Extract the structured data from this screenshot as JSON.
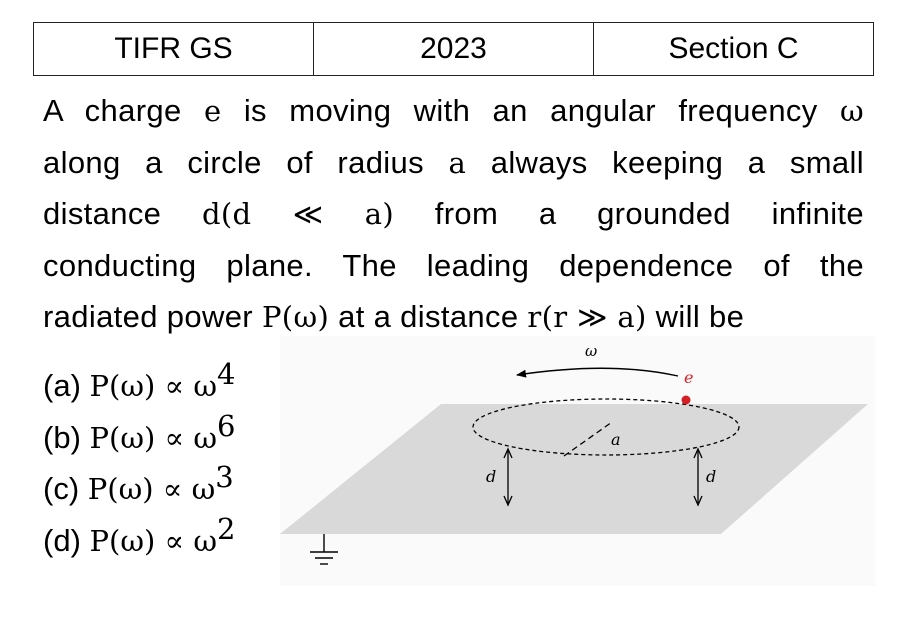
{
  "header": {
    "exam": "TIFR GS",
    "year": "2023",
    "section": "Section C"
  },
  "question": {
    "lines": [
      {
        "before": "A charge ",
        "sym1": "e",
        "mid": " is moving with an angular frequency ",
        "sym2": "ω",
        "after": ""
      },
      {
        "before": "along a circle of radius ",
        "sym1": "a",
        "mid": " always keeping a small",
        "sym2": "",
        "after": ""
      },
      {
        "before": "distance ",
        "sym1": "d(d ≪ a)",
        "mid": " from a grounded infinite",
        "sym2": "",
        "after": ""
      },
      {
        "before": "conducting plane. The leading dependence of the",
        "sym1": "",
        "mid": "",
        "sym2": "",
        "after": ""
      },
      {
        "before": "radiated power ",
        "sym1": "P(ω)",
        "mid": " at a distance ",
        "sym2": "r(r ≫ a)",
        "after": " will be"
      }
    ]
  },
  "options": [
    {
      "label": "(a) ",
      "expr": "P(ω) ∝ ω",
      "power": "4"
    },
    {
      "label": "(b) ",
      "expr": "P(ω) ∝ ω",
      "power": "6"
    },
    {
      "label": "(c) ",
      "expr": "P(ω) ∝ ω",
      "power": "3"
    },
    {
      "label": "(d) ",
      "expr": "P(ω) ∝ ω",
      "power": "2"
    }
  ],
  "figure": {
    "omega_label": "ω",
    "charge_label": "e",
    "radius_label": "a",
    "distance_label_left": "d",
    "distance_label_right": "d",
    "plane_color": "#d9d9d9",
    "charge_color": "#d41f26"
  }
}
